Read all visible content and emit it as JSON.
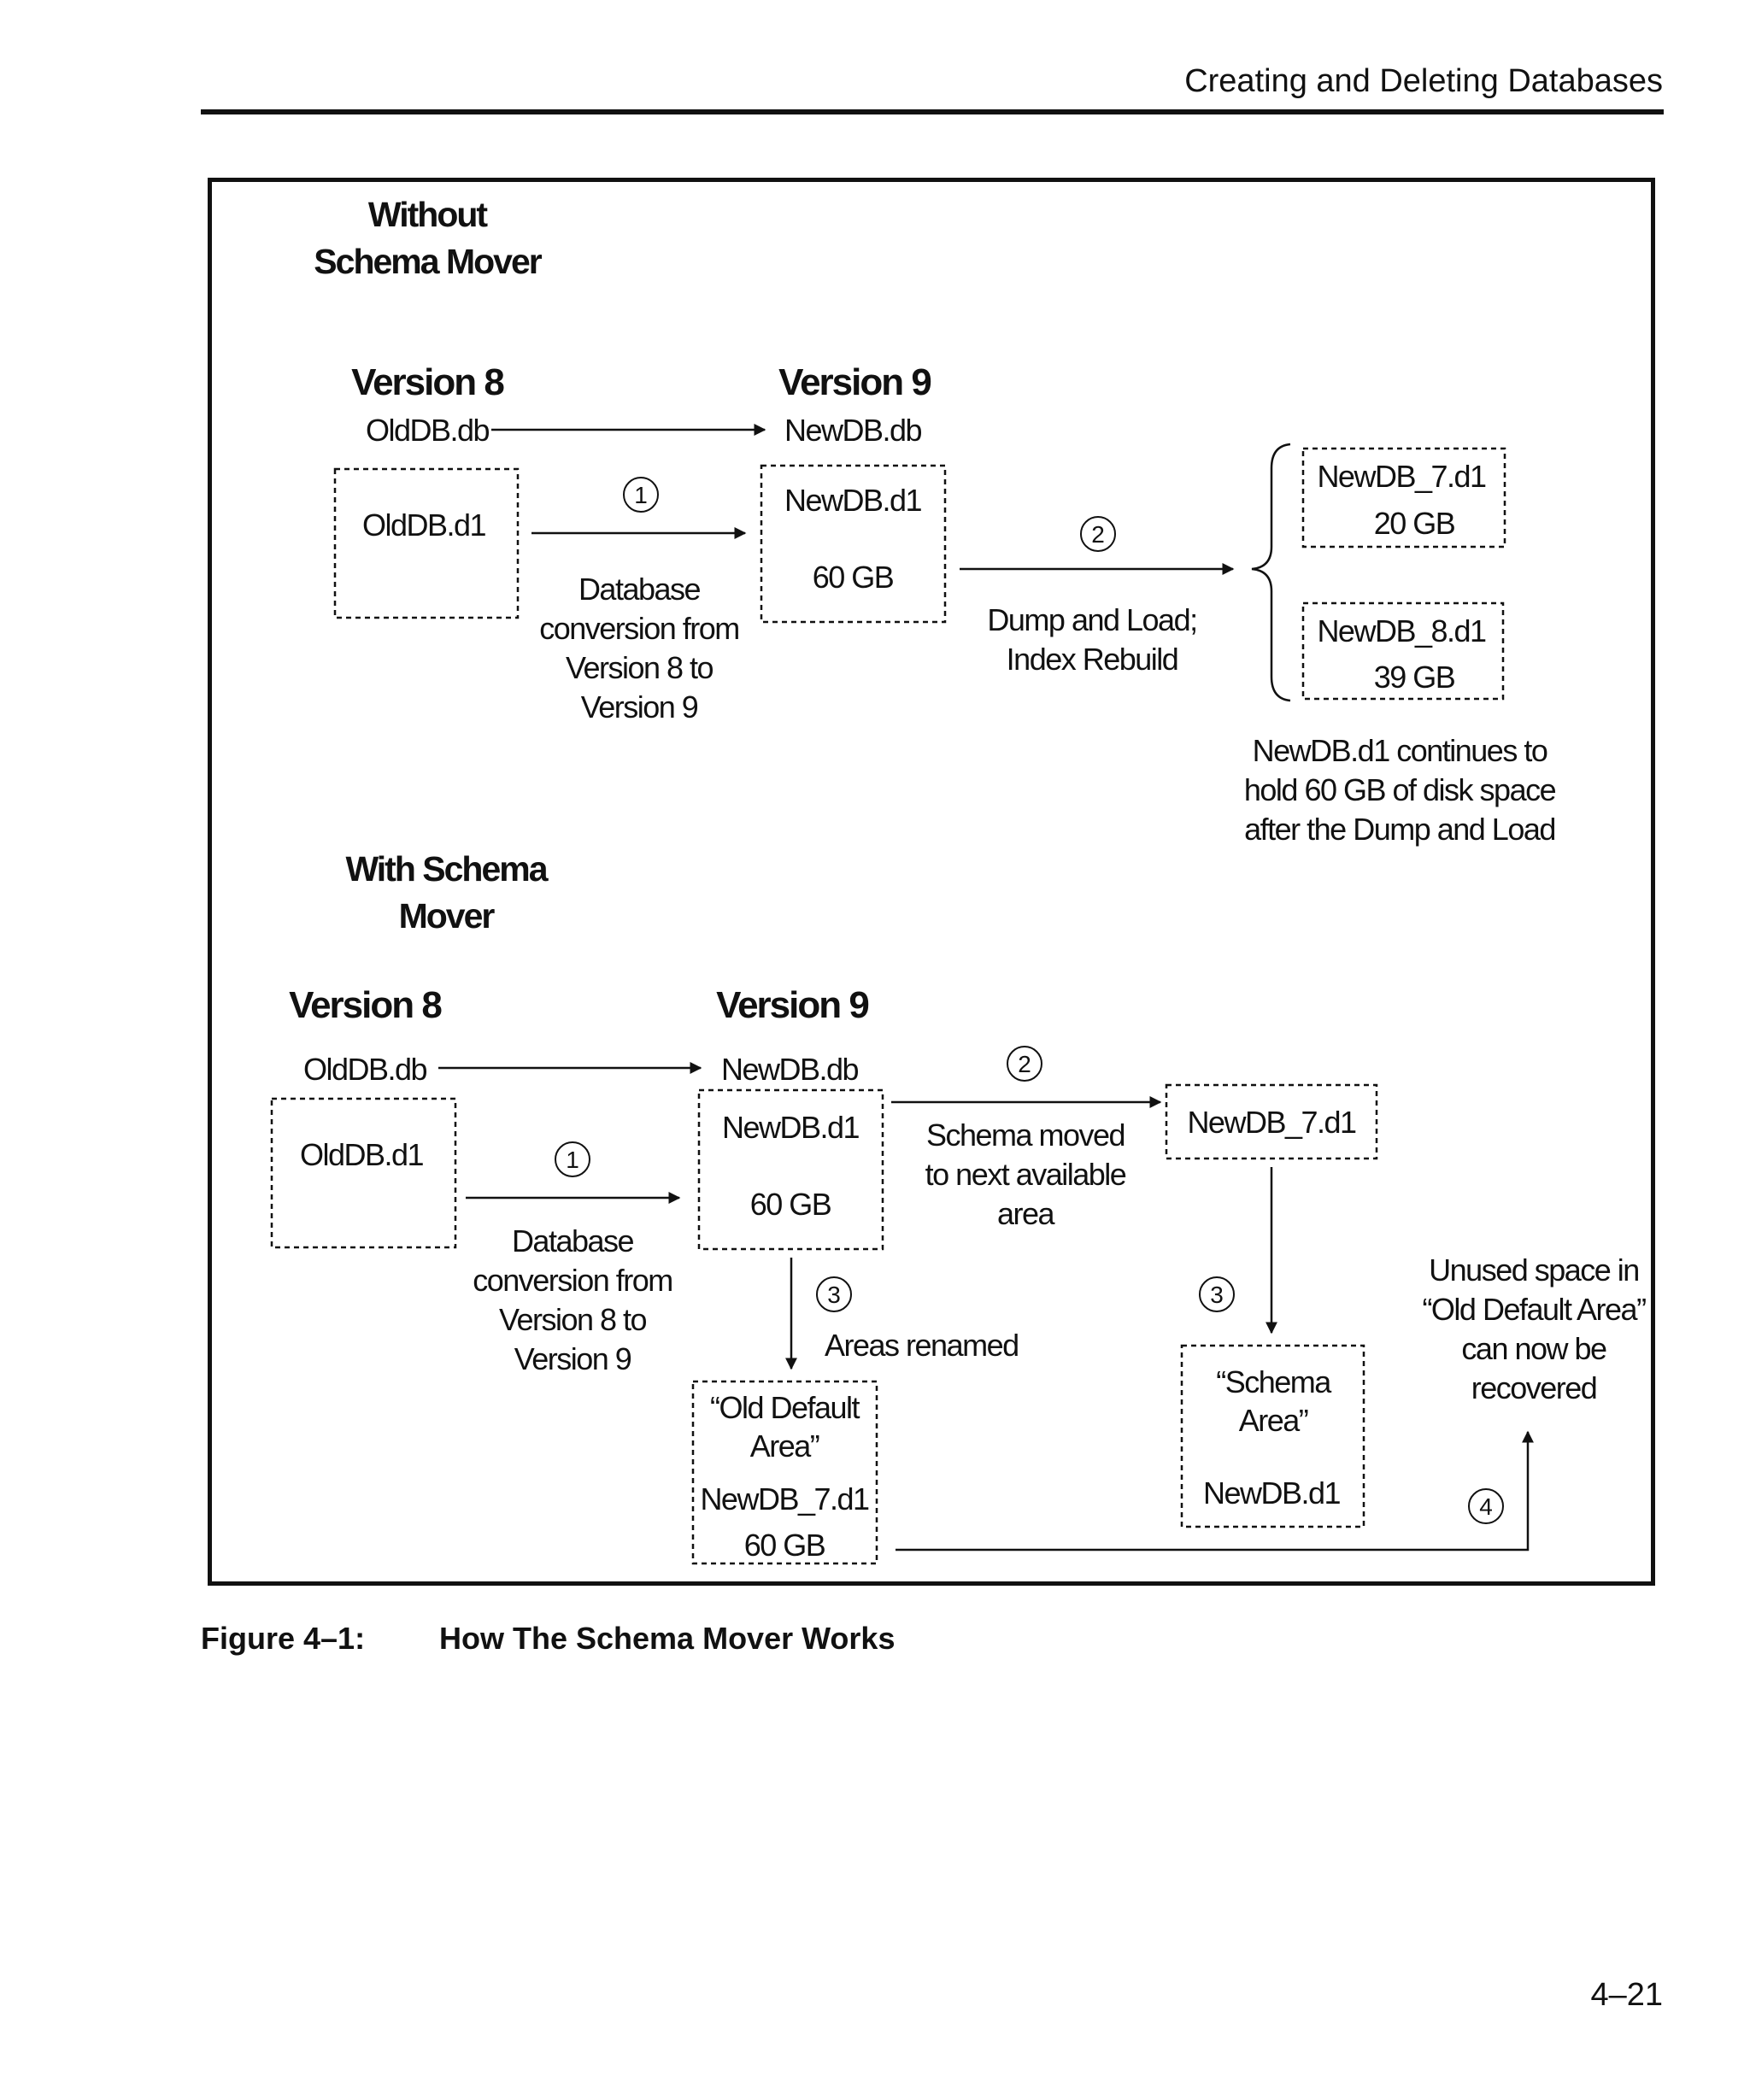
{
  "page_header": "Creating and Deleting Databases",
  "page_number": "4–21",
  "figure": {
    "number": "Figure 4–1:",
    "title": "How The Schema Mover Works"
  },
  "without": {
    "title": [
      "Without",
      "Schema Mover"
    ],
    "v8_heading": "Version 8",
    "v9_heading": "Version 9",
    "olddb_db": "OldDB.db",
    "newdb_db": "NewDB.db",
    "olddb_d1": "OldDB.d1",
    "newdb_d1": "NewDB.d1",
    "newdb_size": "60 GB",
    "step1": "1",
    "step1_text": [
      "Database",
      "conversion from",
      "Version 8 to",
      "Version 9"
    ],
    "step2": "2",
    "step2_text": [
      "Dump and Load;",
      "Index Rebuild"
    ],
    "out1_name": "NewDB_7.d1",
    "out1_size": "20 GB",
    "out2_name": "NewDB_8.d1",
    "out2_size": "39 GB",
    "note": [
      "NewDB.d1 continues to",
      "hold 60 GB of disk space",
      "after the Dump and Load"
    ]
  },
  "with": {
    "title": [
      "With Schema",
      "Mover"
    ],
    "v8_heading": "Version 8",
    "v9_heading": "Version 9",
    "olddb_db": "OldDB.db",
    "newdb_db": "NewDB.db",
    "olddb_d1": "OldDB.d1",
    "newdb_d1": "NewDB.d1",
    "newdb_size": "60 GB",
    "step1": "1",
    "step1_text": [
      "Database",
      "conversion from",
      "Version 8 to",
      "Version 9"
    ],
    "step2": "2",
    "step2_text": [
      "Schema moved",
      "to next available",
      "area"
    ],
    "newdb7": "NewDB_7.d1",
    "step3a": "3",
    "step3b": "3",
    "step3_text": "Areas renamed",
    "old_default_area": [
      "“Old Default",
      "Area”"
    ],
    "old_default_file": "NewDB_7.d1",
    "old_default_size": "60 GB",
    "schema_area": [
      "“Schema",
      "Area”"
    ],
    "schema_file": "NewDB.d1",
    "step4": "4",
    "unused_note": [
      "Unused space in",
      "“Old Default Area”",
      "can now be",
      "recovered"
    ]
  }
}
